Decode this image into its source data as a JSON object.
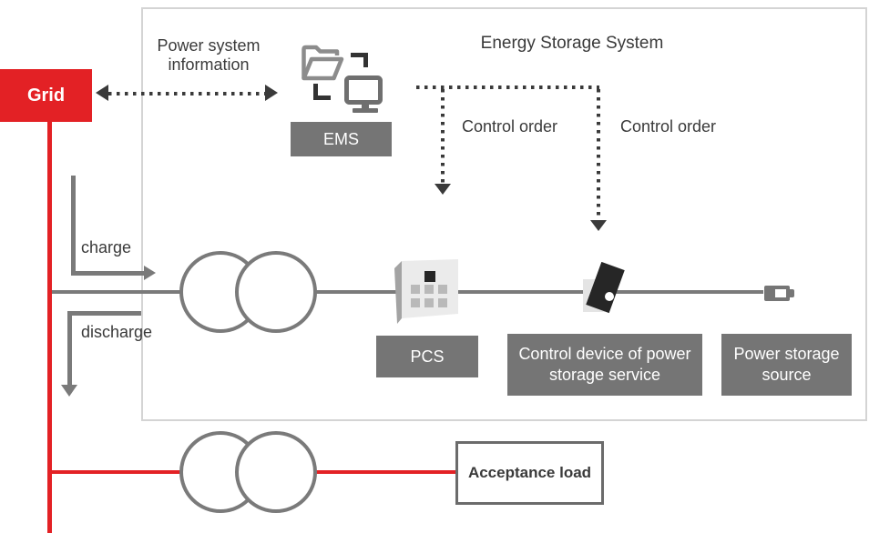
{
  "title": "Energy Storage System",
  "grid": {
    "label": "Grid"
  },
  "flows": {
    "power_system_information": "Power system information",
    "control_order_left": "Control order",
    "control_order_right": "Control order",
    "charge": "charge",
    "discharge": "discharge"
  },
  "nodes": {
    "ems": {
      "label": "EMS"
    },
    "pcs": {
      "label": "PCS"
    },
    "control_device": {
      "label": "Control device of power storage service"
    },
    "power_storage": {
      "label": "Power storage source"
    },
    "acceptance_load": {
      "label": "Acceptance load"
    }
  },
  "icons": {
    "ems": "folder-and-monitor-data-exchange-icon",
    "pcs": "power-conditioner-cabinet-icon",
    "control_device": "control-binder-icon",
    "power_storage": "battery-icon",
    "transformer": "two-overlapping-circles"
  },
  "colors": {
    "accent_red": "#e32125",
    "line_gray": "#7a7a7a",
    "node_gray": "#757575",
    "dotted_dark": "#3a3a3a",
    "frame_border": "#d4d4d4",
    "acceptance_border": "#6b6b6b",
    "text_dark": "#3a3a3a",
    "text_on_gray": "#ffffff"
  }
}
